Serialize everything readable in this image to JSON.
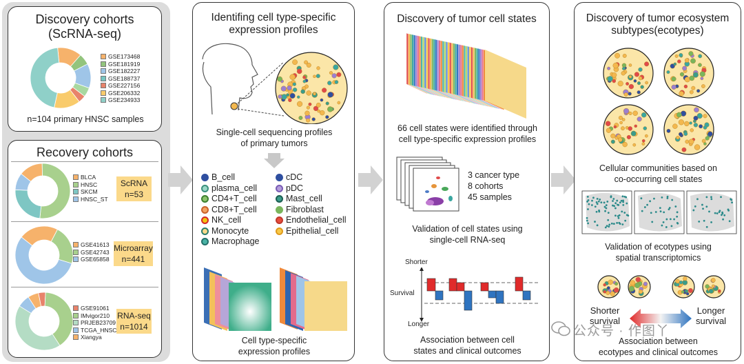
{
  "panel1": {
    "discovery": {
      "title_line1": "Discovery cohorts",
      "title_line2": "(ScRNA-seq)",
      "legend": [
        "GSE173468",
        "GSE181919",
        "GSE182227",
        "GSE188737",
        "GSE227156",
        "GSE206332",
        "GSE234933"
      ],
      "caption": "n=104 primary HNSC samples"
    },
    "recovery": {
      "title": "Recovery cohorts",
      "groups": [
        {
          "legend": [
            "BLCA",
            "HNSC",
            "SKCM",
            "HNSC_ST"
          ],
          "badge_line1": "ScRNA",
          "badge_line2": "n=53"
        },
        {
          "legend": [
            "GSE41613",
            "GSE42743",
            "GSE65858"
          ],
          "badge_line1": "Microarray",
          "badge_line2": "n=441"
        },
        {
          "legend": [
            "GSE91061",
            "IMvigor210",
            "PRJEB23709",
            "TCGA_HNSC",
            "Xiangya"
          ],
          "badge_line1": "RNA-seq",
          "badge_line2": "n=1014"
        }
      ]
    }
  },
  "panel2": {
    "title_line1": "Identifing cell type-specific",
    "title_line2": "expression profiles",
    "caption1_line1": "Single-cell sequencing profiles",
    "caption1_line2": "of primary tumors",
    "cells_left": [
      "B_cell",
      "plasma_cell",
      "CD4+T_cell",
      "CD8+T_cell",
      "NK_cell",
      "Monocyte",
      "Macrophage"
    ],
    "cells_right": [
      "cDC",
      "pDC",
      "Mast_cell",
      "Fibroblast",
      "Endothelial_cell",
      "Epithelial_cell"
    ],
    "caption2_line1": "Cell type-specific",
    "caption2_line2": "expression profiles"
  },
  "panel3": {
    "title": "Discovery of tumor cell states",
    "caption1_line1": "66 cell states were identified through",
    "caption1_line2": "cell type-specific expression profiles",
    "stats": [
      "3 cancer type",
      "8 cohorts",
      "45 samples"
    ],
    "caption2_line1": "Validation of cell states using",
    "caption2_line2": "single-cell RNA-seq",
    "axis_shorter": "Shorter",
    "axis_survival": "Survival",
    "axis_longer": "Longer",
    "caption3_line1": "Association between cell",
    "caption3_line2": "states and clinical outcomes"
  },
  "panel4": {
    "title_line1": "Discovery of tumor ecosystem",
    "title_line2": "subtypes(ecotypes)",
    "caption1_line1": "Cellular communities based on",
    "caption1_line2": "co-occurring cell states",
    "caption2_line1": "Validation of ecotypes using",
    "caption2_line2": "spatial transcriptomics",
    "shorter_line1": "Shorter",
    "shorter_line2": "survival",
    "longer_line1": "Longer",
    "longer_line2": "survival",
    "caption3_line1": "Association between",
    "caption3_line2": "ecotypes and clinical outcomes"
  },
  "watermark": "公众号 · 作图丫",
  "colors": {
    "badge": "#fbd98a",
    "legend": [
      "#f6b26b",
      "#93c47d",
      "#9fc5e8",
      "#76c5c0",
      "#e8836b",
      "#f9cb6b",
      "#8fd0c8"
    ],
    "recovery1": [
      "#f6b26b",
      "#a8d08d",
      "#7ec6c3",
      "#9fc5e8"
    ],
    "recovery2": [
      "#f6b26b",
      "#a8d08d",
      "#9fc5e8"
    ],
    "recovery3": [
      "#e8836b",
      "#a8d08d",
      "#b4dcc4",
      "#9fc5e8",
      "#f6b26b"
    ]
  }
}
